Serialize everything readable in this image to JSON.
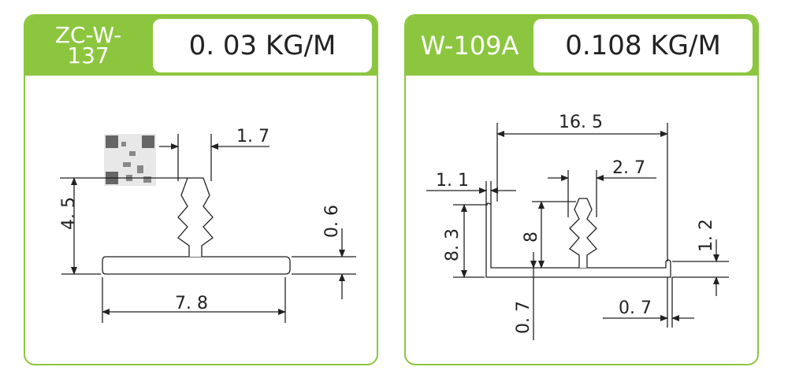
{
  "left": {
    "code_line1": "ZC-W-",
    "code_line2": "137",
    "weight": "0. 03 KG/M",
    "dim_width": "7. 8",
    "dim_height": "4. 5",
    "dim_thickness": "0. 6",
    "dim_top": "1. 7"
  },
  "right": {
    "code": "W-109A",
    "weight": "0.108 KG/M",
    "dim_width": "16. 5",
    "dim_top": "2. 7",
    "dim_lip": "1. 1",
    "dim_height": "8. 3",
    "dim_inner": "8",
    "dim_step": "1. 2",
    "dim_base": "0. 7",
    "dim_base2": "0. 7"
  },
  "colors": {
    "accent": "#8cc63f",
    "line": "#222222"
  }
}
